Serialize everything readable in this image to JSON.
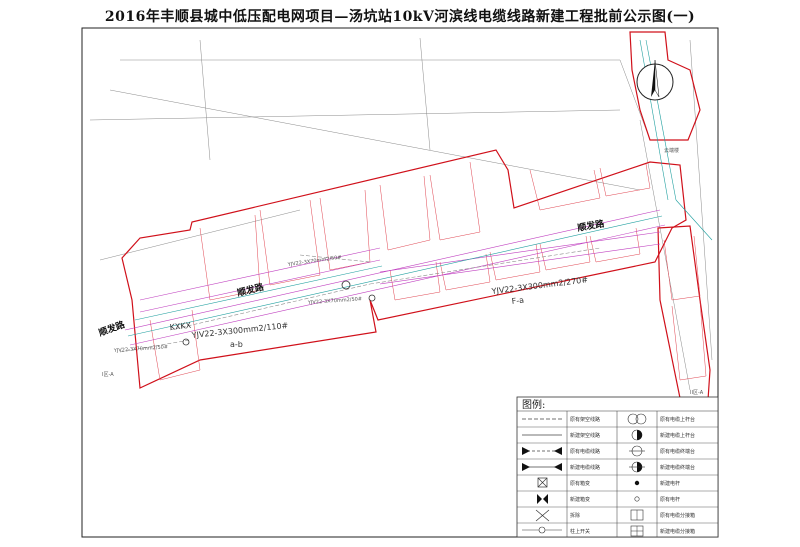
{
  "title": "2016年丰顺县城中低压配电网项目—汤坑站10kV河滨线电缆线路新建工程批前公示图(一)",
  "roads": {
    "road_upper": "顺发路",
    "road_mid": "顺发路",
    "road_lower": "顺发路"
  },
  "cables": {
    "cable_main_right": "YJV22-3X300mm2/270#",
    "cable_main_right_tag": "F-a",
    "cable_main_left": "YJV22-3X300mm2/110#",
    "cable_main_left_tag": "a-b",
    "cable_box_label": "KXKX",
    "cable_small_1": "YJV22-3X70mm2/50#",
    "cable_small_2": "YJV22-3X70mm2/50#",
    "cable_small_3": "YJV22-3X70mm2/50#"
  },
  "map_labels": {
    "label_yunyuan": "云端楼",
    "label_area_a": "I区-A",
    "label_area_b": "II区-A"
  },
  "legend": {
    "title": "图例:",
    "left": [
      {
        "icon": "dashed-line-icon",
        "text": "原有架空线路"
      },
      {
        "icon": "solid-line-icon",
        "text": "新建架空线路"
      },
      {
        "icon": "cable-arrow-icon",
        "text": "原有电缆线路"
      },
      {
        "icon": "cable-arrow-new-icon",
        "text": "新建电缆线路"
      },
      {
        "icon": "box-x-icon",
        "text": "原有箱变"
      },
      {
        "icon": "bowtie-icon",
        "text": "新建箱变"
      },
      {
        "icon": "cross-icon",
        "text": "拆除"
      },
      {
        "icon": "switch-icon",
        "text": "柱上开关"
      }
    ],
    "right": [
      {
        "icon": "double-circle-icon",
        "text": "原有电缆上杆台"
      },
      {
        "icon": "half-circle-icon",
        "text": "新建电缆上杆台"
      },
      {
        "icon": "circle-bar-icon",
        "text": "原有电缆终端台"
      },
      {
        "icon": "circle-fill-bar-icon",
        "text": "新建电缆终端台"
      },
      {
        "icon": "dot-icon",
        "text": "新建电杆"
      },
      {
        "icon": "ring-icon",
        "text": "原有电杆"
      },
      {
        "icon": "cabinet-icon",
        "text": "原有电缆分接箱"
      },
      {
        "icon": "cabinet-new-icon",
        "text": "新建电缆分接箱"
      }
    ]
  }
}
